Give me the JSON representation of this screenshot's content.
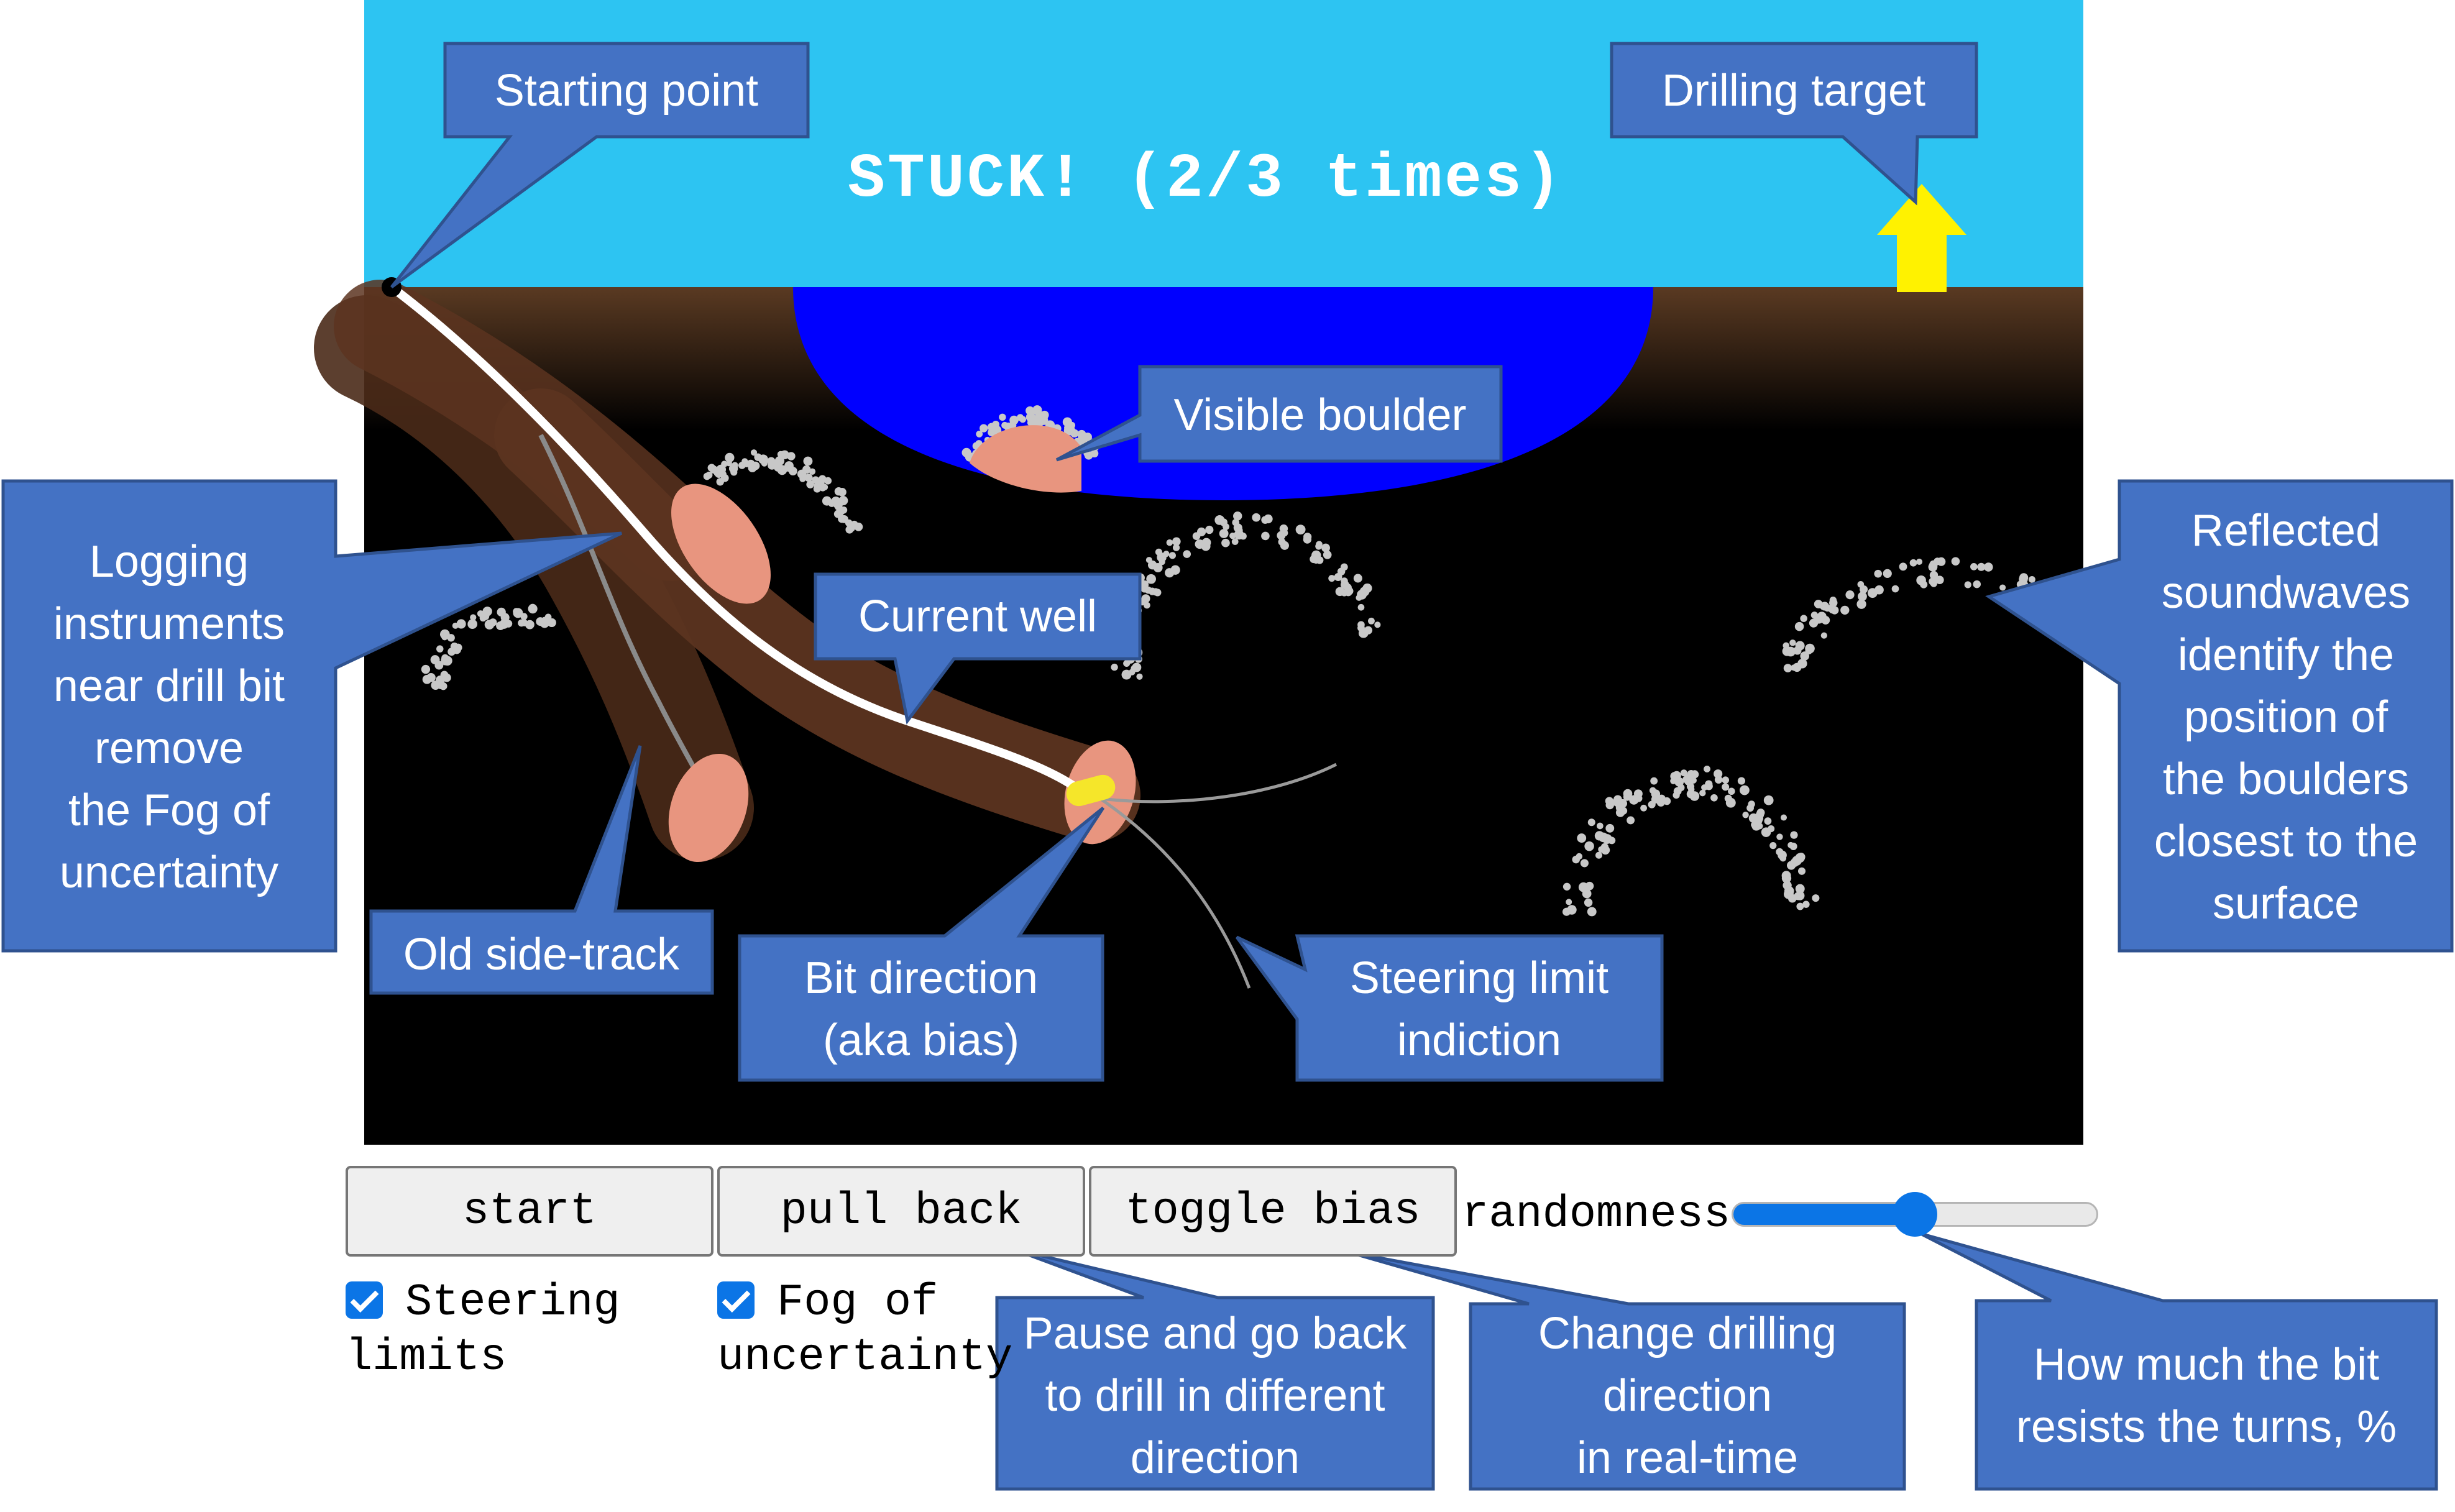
{
  "game": {
    "status": "STUCK! (2/3 times)"
  },
  "controls": {
    "start_label": "start",
    "pull_back_label": "pull back",
    "toggle_bias_label": "toggle bias",
    "randomness_label": "randomness:",
    "randomness_value_fraction": 0.5,
    "steering_limits_label_line1": "Steering",
    "steering_limits_label_line2": "limits",
    "steering_limits_checked": true,
    "fog_label_line1": "Fog of",
    "fog_label_line2": "uncertainty",
    "fog_checked": true
  },
  "callouts": {
    "starting_point": "Starting point",
    "drilling_target": "Drilling target",
    "visible_boulder": "Visible boulder",
    "current_well": "Current well",
    "old_side_track": "Old side-track",
    "bit_direction": [
      "Bit direction",
      "(aka bias)"
    ],
    "steering_limit": [
      "Steering limit",
      "indiction"
    ],
    "logging_instruments": [
      "Logging",
      "instruments",
      "near drill bit",
      "remove",
      "the Fog of",
      "uncertainty"
    ],
    "reflected_soundwaves": [
      "Reflected",
      "soundwaves",
      "identify the",
      "position of",
      "the boulders",
      "closest to the",
      "surface"
    ],
    "pause_go_back": [
      "Pause and go back",
      "to drill in different",
      "direction"
    ],
    "change_direction": [
      "Change drilling",
      "direction",
      "in real-time"
    ],
    "resist_turns": [
      "How much the bit",
      "resists the turns, %"
    ]
  },
  "colors": {
    "sky": "#2DC4F2",
    "underground": "#000000",
    "topsoil": "#5A3A22",
    "revealed_area": "#0000FF",
    "boulder": "#E8957F",
    "well_path": "#FFFFFF",
    "side_track": "#5C3420",
    "drill_bit": "#F5E62A",
    "target_arrow": "#FFF200",
    "callout_fill": "#4472C4",
    "accent_blue": "#0B75E6"
  }
}
